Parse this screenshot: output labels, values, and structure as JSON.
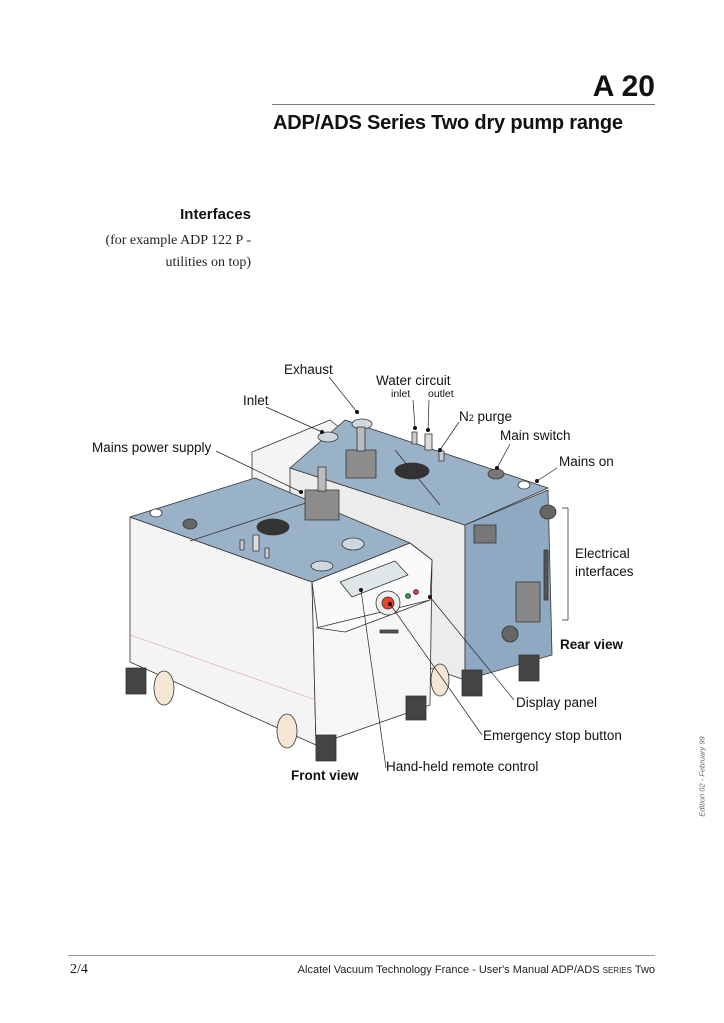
{
  "header": {
    "code": "A 20",
    "title": "ADP/ADS Series Two dry pump range"
  },
  "section": {
    "title": "Interfaces",
    "description_line1": "(for example ADP 122 P -",
    "description_line2": "utilities on top)"
  },
  "figure": {
    "labels": {
      "exhaust": "Exhaust",
      "water_circuit": "Water circuit",
      "water_inlet": "inlet",
      "water_outlet": "outlet",
      "inlet": "Inlet",
      "n2_purge_n": "N",
      "n2_purge_sub": "2",
      "n2_purge_rest": " purge",
      "main_switch": "Main switch",
      "mains_power_supply": "Mains power supply",
      "mains_on": "Mains on",
      "electrical_interfaces_1": "Electrical",
      "electrical_interfaces_2": "interfaces",
      "rear_view": "Rear view",
      "display_panel": "Display panel",
      "emergency_stop": "Emergency stop button",
      "remote_control": "Hand-held remote control",
      "front_view": "Front view"
    },
    "colors": {
      "top": "#9ab2c7",
      "rear_panel": "#8ea9c1",
      "body": "#f4f4f4",
      "estop": "#e8452c",
      "wheel": "#f6e6d6"
    }
  },
  "footer": {
    "page": "2/4",
    "manual": "Alcatel Vacuum Technology France - User's Manual ADP/ADS ",
    "series_smallcaps": "Series",
    "series_end": " Two",
    "edition": "Edition 02 - February 99"
  }
}
